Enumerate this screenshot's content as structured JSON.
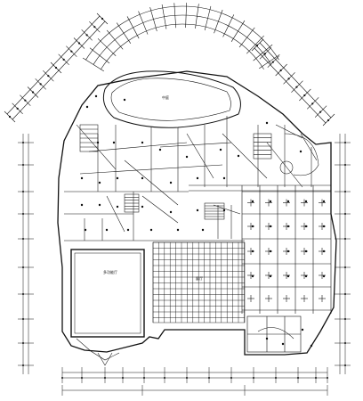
{
  "drawing": {
    "room_labels": [
      {
        "id": "auditorium",
        "text": "多功能厅"
      },
      {
        "id": "hall",
        "text": "展厅"
      },
      {
        "id": "court",
        "text": "中庭"
      }
    ]
  }
}
